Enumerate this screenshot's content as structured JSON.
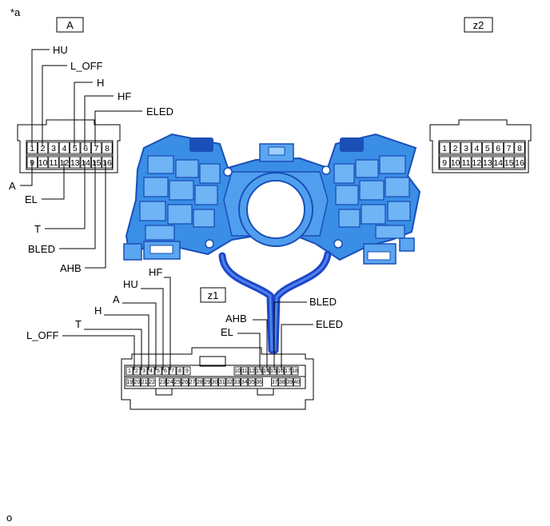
{
  "figure_tag": "*a",
  "footer_mark": "o",
  "connector_labels": {
    "a": "A",
    "z2": "z2",
    "z1": "z1"
  },
  "connector_a": {
    "pins_top": [
      "1",
      "2",
      "3",
      "4",
      "5",
      "6",
      "7",
      "8"
    ],
    "pins_bottom": [
      "9",
      "10",
      "11",
      "12",
      "13",
      "14",
      "15",
      "16"
    ],
    "callouts_top": [
      "HU",
      "L_OFF",
      "H",
      "HF",
      "ELED"
    ],
    "callouts_left": [
      "A",
      "EL",
      "T",
      "BLED",
      "AHB"
    ]
  },
  "connector_z2": {
    "pins_top": [
      "1",
      "2",
      "3",
      "4",
      "5",
      "6",
      "7",
      "8"
    ],
    "pins_bottom": [
      "9",
      "10",
      "11",
      "12",
      "13",
      "14",
      "15",
      "16"
    ]
  },
  "connector_z1": {
    "pins_top": [
      "1",
      "2",
      "3",
      "4",
      "5",
      "6",
      "7",
      "8",
      "9",
      "10",
      "11",
      "12",
      "13",
      "14",
      "15",
      "16",
      "17",
      "18"
    ],
    "pins_bottom": [
      "19",
      "20",
      "21",
      "22",
      "23",
      "24",
      "25",
      "26",
      "27",
      "28",
      "29",
      "30",
      "31",
      "32",
      "33",
      "34",
      "35",
      "36",
      "37",
      "38",
      "39",
      "40"
    ],
    "callouts_left": [
      "HF",
      "HU",
      "A",
      "H",
      "T",
      "L_OFF"
    ],
    "callouts_right": [
      "BLED",
      "AHB",
      "EL",
      "ELED"
    ]
  },
  "colors": {
    "part_blue": "#3a8ee6",
    "part_dark": "#1a4fb8",
    "harness": "#1e46c8"
  }
}
